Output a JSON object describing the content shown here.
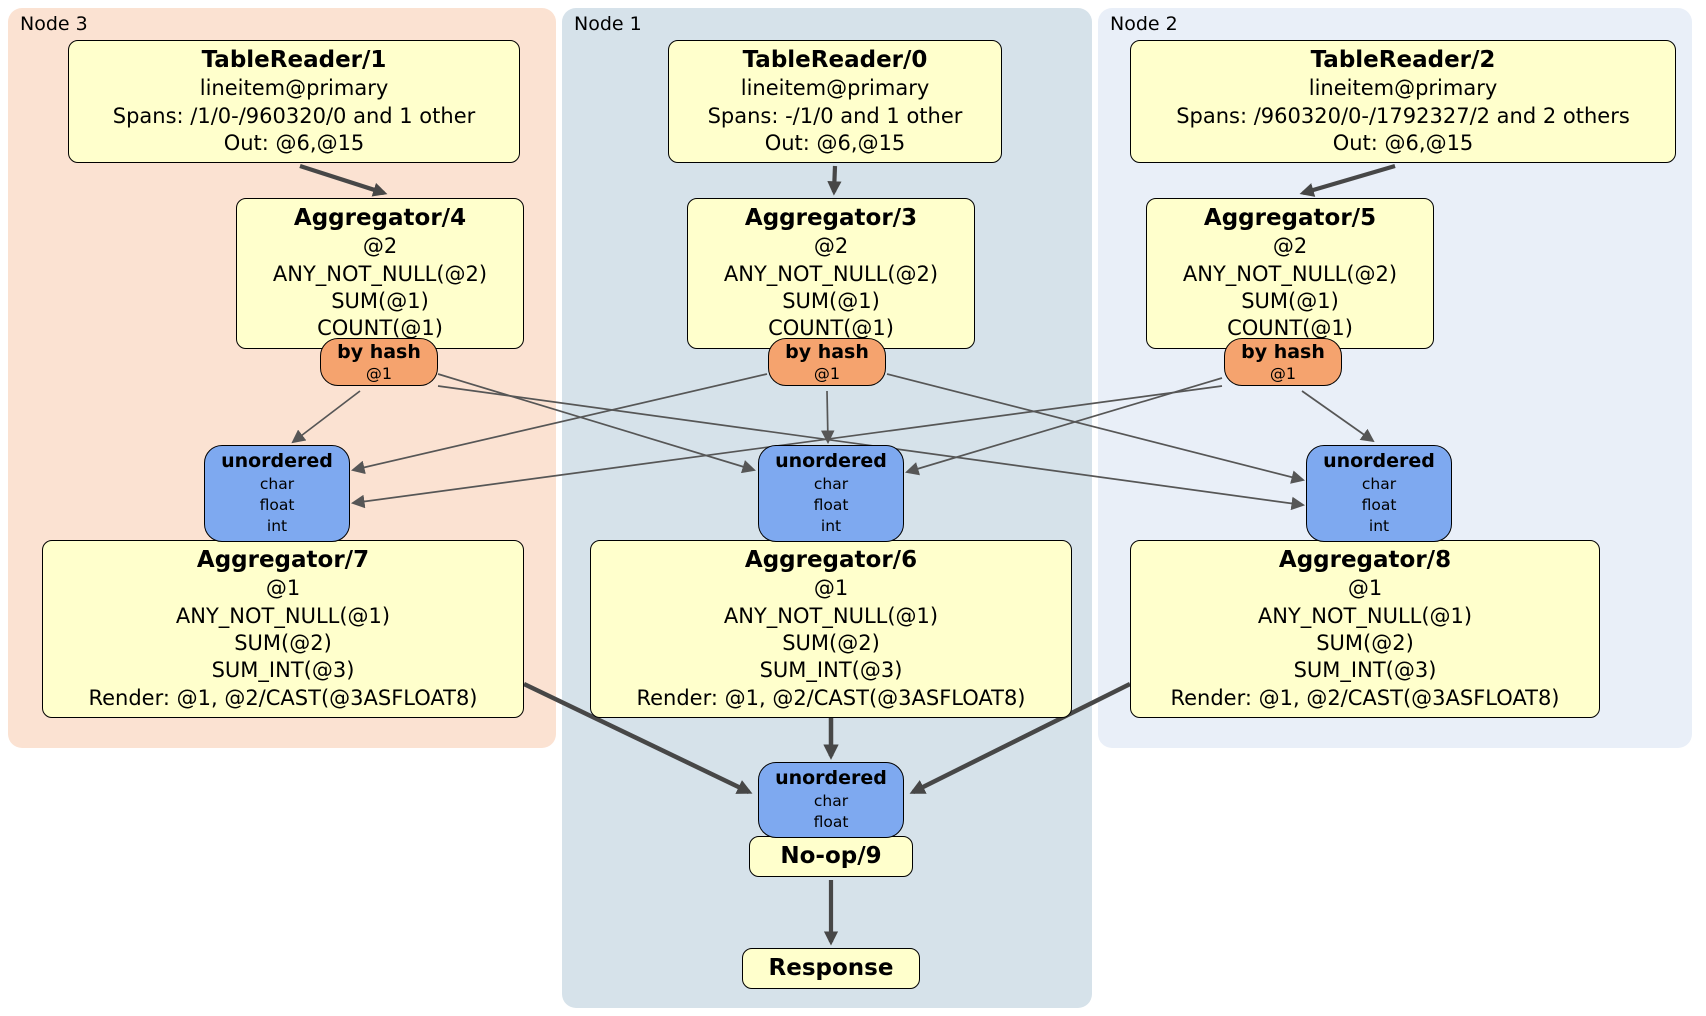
{
  "colors": {
    "region_node3": "#fbe2d2",
    "region_node1": "#d6e2ea",
    "region_node2": "#e9eff8",
    "processor_box": "#ffffcc",
    "hash_router_box": "#f5a36e",
    "sync_box": "#7ea9f0",
    "edge": "#4a4a4a"
  },
  "node3": {
    "label": "Node 3",
    "table_reader": {
      "title": "TableReader/1",
      "lines": [
        "lineitem@primary",
        "Spans: /1/0-/960320/0 and 1 other",
        "Out: @6,@15"
      ]
    },
    "aggregator_top": {
      "title": "Aggregator/4",
      "lines": [
        "@2",
        "ANY_NOT_NULL(@2)",
        "SUM(@1)",
        "COUNT(@1)"
      ]
    },
    "hash_router": {
      "title": "by hash",
      "lines": [
        "@1"
      ]
    },
    "sync": {
      "title": "unordered",
      "lines": [
        "char",
        "float",
        "int"
      ]
    },
    "aggregator_bottom": {
      "title": "Aggregator/7",
      "lines": [
        "@1",
        "ANY_NOT_NULL(@1)",
        "SUM(@2)",
        "SUM_INT(@3)",
        "Render: @1, @2/CAST(@3ASFLOAT8)"
      ]
    }
  },
  "node1": {
    "label": "Node 1",
    "table_reader": {
      "title": "TableReader/0",
      "lines": [
        "lineitem@primary",
        "Spans: -/1/0 and 1 other",
        "Out: @6,@15"
      ]
    },
    "aggregator_top": {
      "title": "Aggregator/3",
      "lines": [
        "@2",
        "ANY_NOT_NULL(@2)",
        "SUM(@1)",
        "COUNT(@1)"
      ]
    },
    "hash_router": {
      "title": "by hash",
      "lines": [
        "@1"
      ]
    },
    "sync": {
      "title": "unordered",
      "lines": [
        "char",
        "float",
        "int"
      ]
    },
    "aggregator_bottom": {
      "title": "Aggregator/6",
      "lines": [
        "@1",
        "ANY_NOT_NULL(@1)",
        "SUM(@2)",
        "SUM_INT(@3)",
        "Render: @1, @2/CAST(@3ASFLOAT8)"
      ]
    }
  },
  "node2": {
    "label": "Node 2",
    "table_reader": {
      "title": "TableReader/2",
      "lines": [
        "lineitem@primary",
        "Spans: /960320/0-/1792327/2 and 2 others",
        "Out: @6,@15"
      ]
    },
    "aggregator_top": {
      "title": "Aggregator/5",
      "lines": [
        "@2",
        "ANY_NOT_NULL(@2)",
        "SUM(@1)",
        "COUNT(@1)"
      ]
    },
    "hash_router": {
      "title": "by hash",
      "lines": [
        "@1"
      ]
    },
    "sync": {
      "title": "unordered",
      "lines": [
        "char",
        "float",
        "int"
      ]
    },
    "aggregator_bottom": {
      "title": "Aggregator/8",
      "lines": [
        "@1",
        "ANY_NOT_NULL(@1)",
        "SUM(@2)",
        "SUM_INT(@3)",
        "Render: @1, @2/CAST(@3ASFLOAT8)"
      ]
    }
  },
  "final": {
    "sync": {
      "title": "unordered",
      "lines": [
        "char",
        "float"
      ]
    },
    "noop": {
      "title": "No-op/9"
    },
    "response": {
      "title": "Response"
    }
  }
}
